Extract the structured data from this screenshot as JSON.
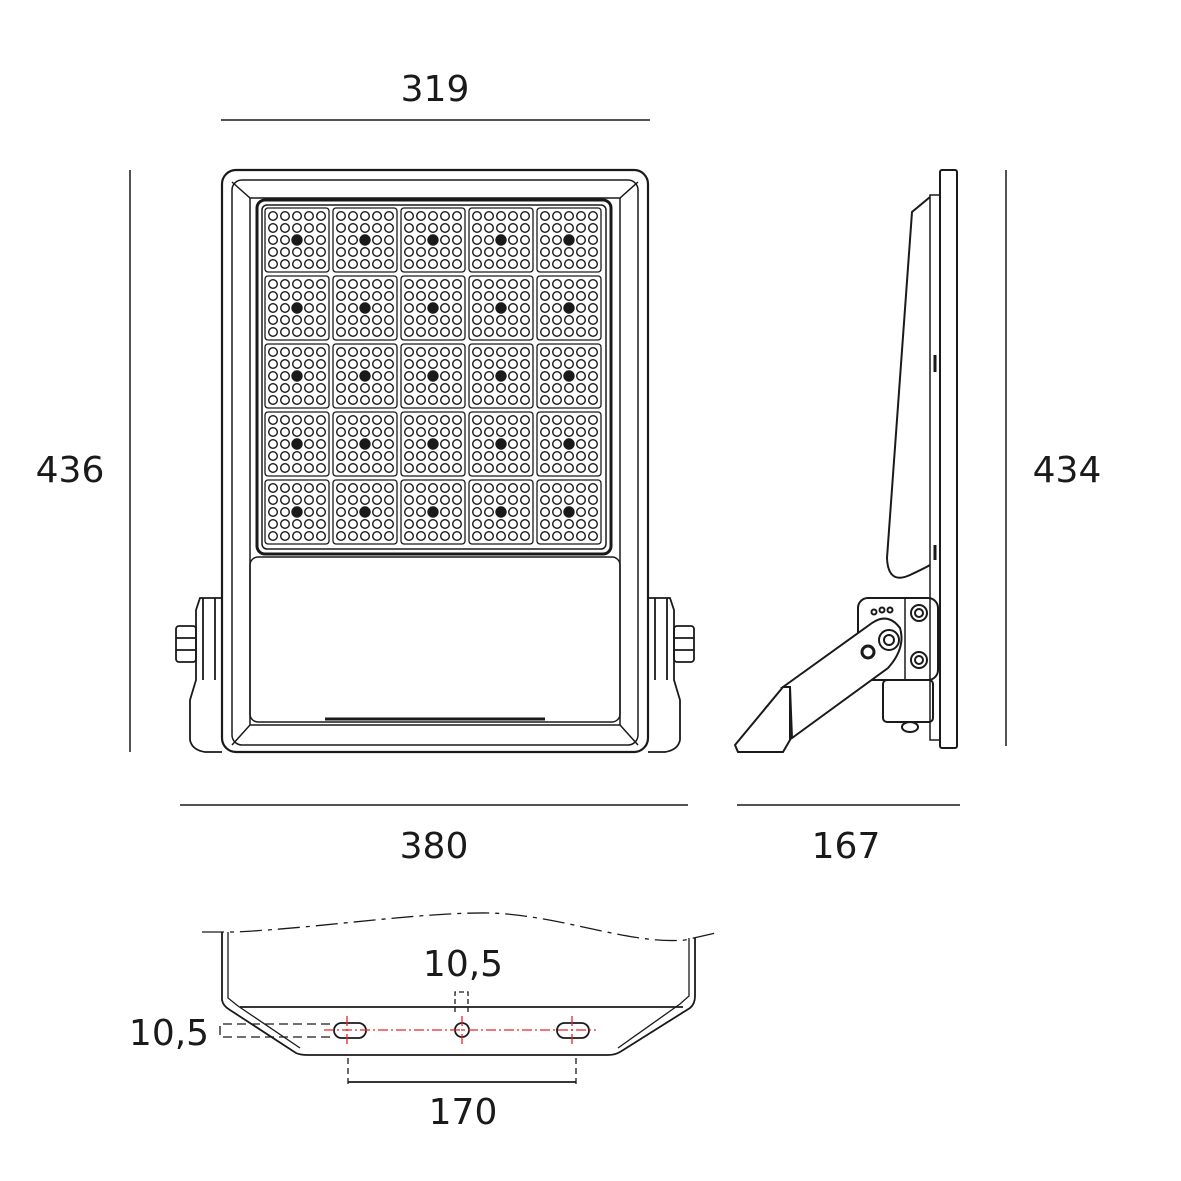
{
  "colors": {
    "line": "#1a1a1a",
    "centerline": "#e8242b",
    "background": "#ffffff"
  },
  "dimensions": {
    "front_width_top": "319",
    "front_height": "436",
    "front_width_bottom": "380",
    "side_height": "434",
    "side_depth": "167",
    "bracket_hole_dia_top": "10,5",
    "bracket_hole_dia_left": "10,5",
    "bracket_hole_spacing": "170"
  },
  "led_grid": {
    "rows": 5,
    "cols": 5,
    "leds_per_row": 5,
    "leds_per_col": 5
  }
}
